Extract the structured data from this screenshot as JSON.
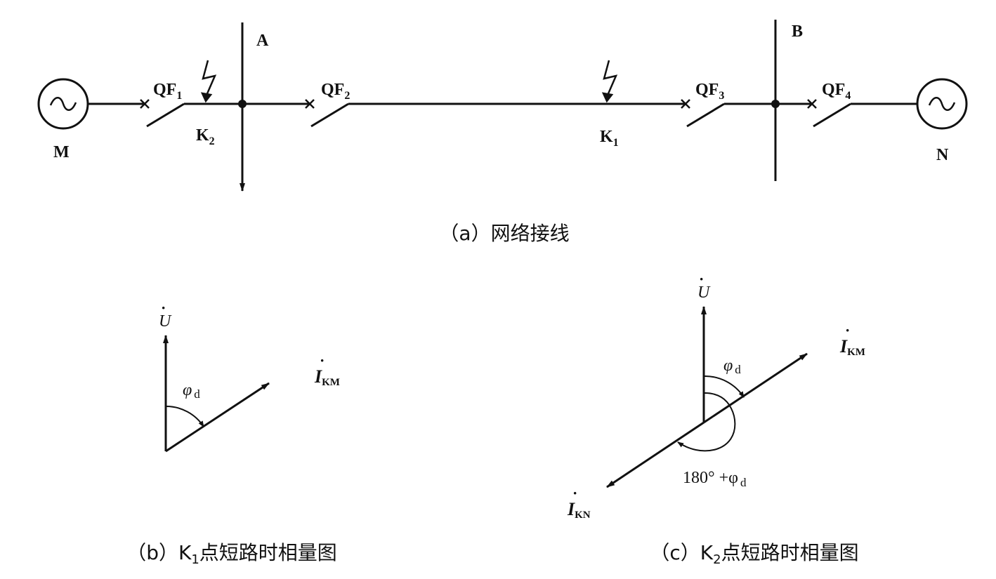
{
  "network": {
    "source_left": "M",
    "source_right": "N",
    "bus_a": "A",
    "bus_b": "B",
    "breakers": [
      {
        "main": "QF",
        "sub": "1"
      },
      {
        "main": "QF",
        "sub": "2"
      },
      {
        "main": "QF",
        "sub": "3"
      },
      {
        "main": "QF",
        "sub": "4"
      }
    ],
    "fault_points": [
      {
        "main": "K",
        "sub": "2"
      },
      {
        "main": "K",
        "sub": "1"
      }
    ],
    "caption": "（a）网络接线"
  },
  "phasor_b": {
    "voltage": {
      "main": "U",
      "dot": "·"
    },
    "current": {
      "main": "I",
      "sub": "KM",
      "dot": "·"
    },
    "angle": {
      "main": "φ",
      "sub": "d"
    },
    "caption_prefix": "（b）K",
    "caption_sub": "1",
    "caption_suffix": "点短路时相量图"
  },
  "phasor_c": {
    "voltage": {
      "main": "U",
      "dot": "·"
    },
    "current_km": {
      "main": "I",
      "sub": "KM",
      "dot": "·"
    },
    "current_kn": {
      "main": "I",
      "sub": "KN",
      "dot": "·"
    },
    "angle": {
      "main": "φ",
      "sub": "d"
    },
    "angle_180": "180°  +φ",
    "angle_180_sub": "d",
    "caption_prefix": "（c）K",
    "caption_sub": "2",
    "caption_suffix": "点短路时相量图"
  }
}
